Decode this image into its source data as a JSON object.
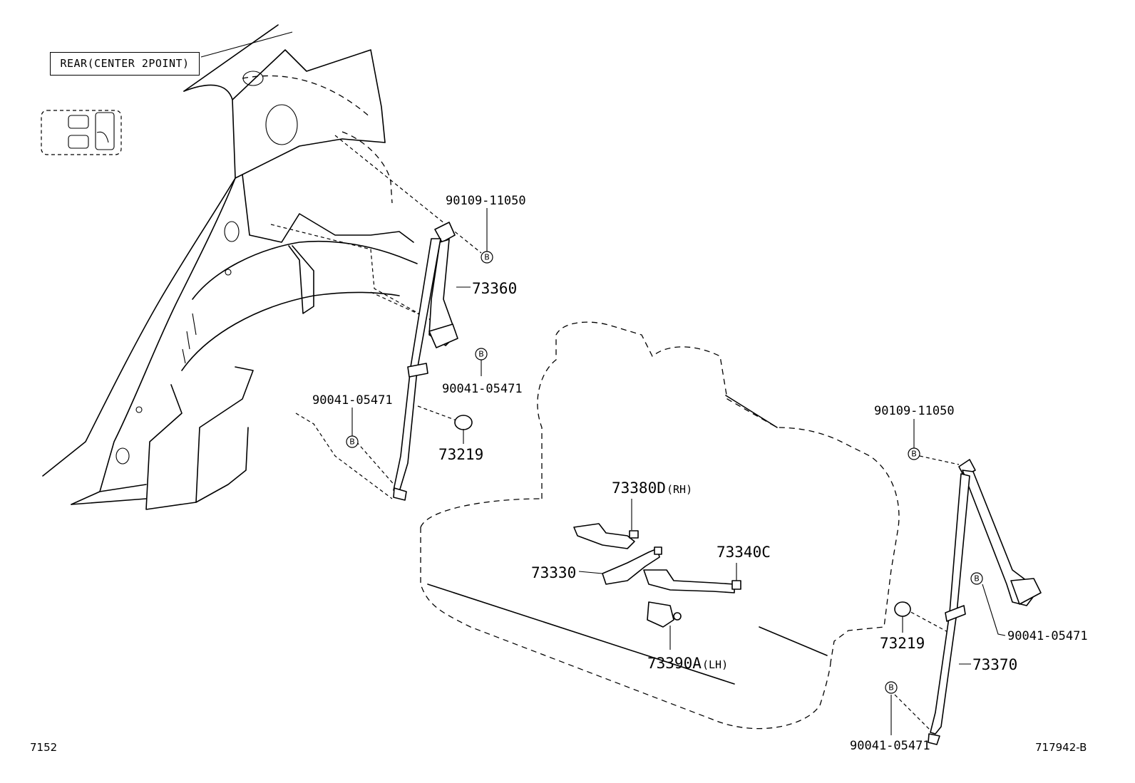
{
  "header": {
    "title": "REAR(CENTER 2POINT)"
  },
  "footer": {
    "left_code": "7152",
    "right_code": "717942-B"
  },
  "fastener_marker": "B",
  "callouts": [
    {
      "id": "bolt-upper-left",
      "part_number": "90109-11050"
    },
    {
      "id": "belt-left",
      "part_number": "73360"
    },
    {
      "id": "bolt-retractor-left",
      "part_number": "90041-05471"
    },
    {
      "id": "bolt-anchor-left",
      "part_number": "90041-05471"
    },
    {
      "id": "cover-left",
      "part_number": "73219"
    },
    {
      "id": "buckle-rh",
      "part_number": "73380D",
      "suffix": "(RH)"
    },
    {
      "id": "buckle-center",
      "part_number": "73330"
    },
    {
      "id": "belt-center",
      "part_number": "73340C"
    },
    {
      "id": "buckle-lh",
      "part_number": "73390A",
      "suffix": "(LH)"
    },
    {
      "id": "bolt-upper-right",
      "part_number": "90109-11050"
    },
    {
      "id": "cover-right",
      "part_number": "73219"
    },
    {
      "id": "bolt-retractor-right",
      "part_number": "90041-05471"
    },
    {
      "id": "belt-right",
      "part_number": "73370"
    },
    {
      "id": "bolt-anchor-right",
      "part_number": "90041-05471"
    }
  ]
}
